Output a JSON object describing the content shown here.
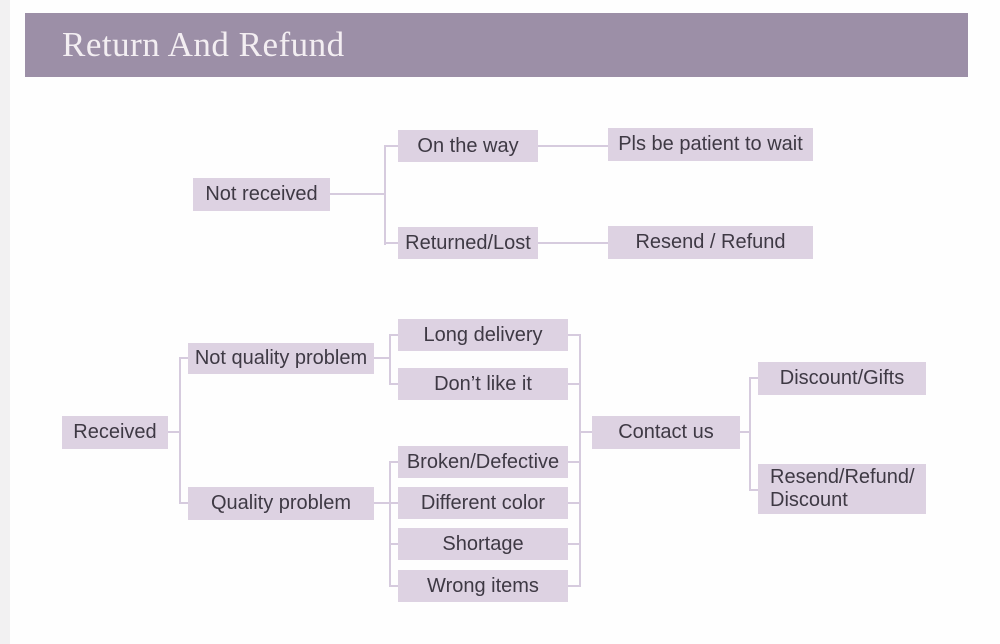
{
  "header": {
    "title": "Return And Refund"
  },
  "colors": {
    "header_bg": "#9c8fa7",
    "header_text": "#f3eef2",
    "box_bg": "#ddd2e2",
    "box_text": "#3e3944",
    "connector_line": "#d6cbde",
    "left_strip": "#f2f1f2",
    "background": "#fefefe"
  },
  "nodes": {
    "not_received": "Not received",
    "on_the_way": "On the way",
    "pls_wait": "Pls be patient to wait",
    "returned_lost": "Returned/Lost",
    "resend_refund": "Resend / Refund",
    "received": "Received",
    "not_quality_problem": "Not quality problem",
    "quality_problem": "Quality problem",
    "long_delivery": "Long delivery",
    "dont_like_it": "Don’t like it",
    "broken_defective": "Broken/Defective",
    "different_color": "Different color",
    "shortage": "Shortage",
    "wrong_items": "Wrong items",
    "contact_us": "Contact us",
    "discount_gifts": "Discount/Gifts",
    "resend_refund_discount": "Resend/Refund/\nDiscount"
  },
  "edges": [
    [
      "Not received",
      "On the way"
    ],
    [
      "Not received",
      "Returned/Lost"
    ],
    [
      "On the way",
      "Pls be patient to wait"
    ],
    [
      "Returned/Lost",
      "Resend / Refund"
    ],
    [
      "Received",
      "Not quality problem"
    ],
    [
      "Received",
      "Quality problem"
    ],
    [
      "Not quality problem",
      "Long delivery"
    ],
    [
      "Not quality problem",
      "Don’t like it"
    ],
    [
      "Quality problem",
      "Broken/Defective"
    ],
    [
      "Quality problem",
      "Different color"
    ],
    [
      "Quality problem",
      "Shortage"
    ],
    [
      "Quality problem",
      "Wrong items"
    ],
    [
      "Long delivery",
      "Contact us"
    ],
    [
      "Don’t like it",
      "Contact us"
    ],
    [
      "Broken/Defective",
      "Contact us"
    ],
    [
      "Different color",
      "Contact us"
    ],
    [
      "Shortage",
      "Contact us"
    ],
    [
      "Wrong items",
      "Contact us"
    ],
    [
      "Contact us",
      "Discount/Gifts"
    ],
    [
      "Contact us",
      "Resend/Refund/Discount"
    ]
  ]
}
